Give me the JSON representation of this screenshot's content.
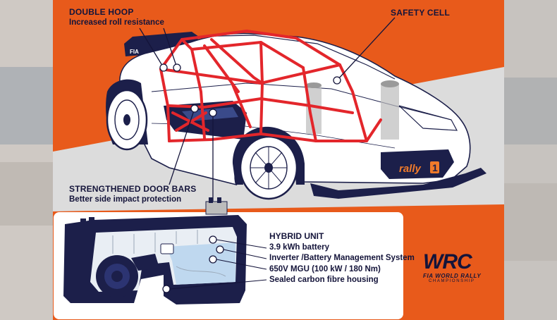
{
  "labels": {
    "double_hoop": {
      "title": "DOUBLE HOOP",
      "subtitle": "Increased roll resistance"
    },
    "safety_cell": {
      "title": "SAFETY CELL"
    },
    "door_bars": {
      "title": "STRENGTHENED DOOR BARS",
      "subtitle": "Better side impact protection"
    }
  },
  "hybrid_unit": {
    "title": "HYBRID UNIT",
    "items": [
      "3.9 kWh battery",
      "Inverter /Battery Management System",
      "650V MGU (100 kW / 180 Nm)",
      "Sealed carbon fibre housing"
    ]
  },
  "badges": {
    "fia": "FIA",
    "rally_word": "rally",
    "rally_num": "1"
  },
  "logo": {
    "wordmark": "WRC",
    "line1": "FIA WORLD RALLY",
    "line2": "CHAMPIONSHIP"
  },
  "colors": {
    "background": "#e85a1b",
    "cage_red": "#e3262b",
    "navy": "#1c1f4a",
    "hybrid_blue": "#bfd8ef",
    "gray_band": "#d9d9d9"
  }
}
